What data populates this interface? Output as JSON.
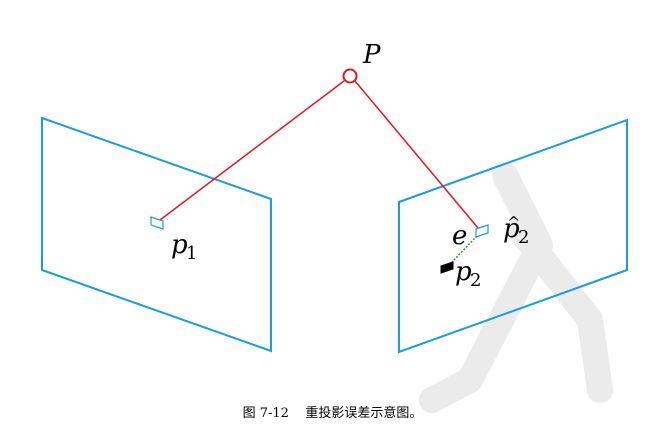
{
  "labels": {
    "P": "P",
    "p1_base": "p",
    "p1_sub": "1",
    "e": "e",
    "p2hat_base": "p",
    "p2hat_hat": "^",
    "p2hat_sub": "2",
    "p2_base": "p",
    "p2_sub": "2"
  },
  "caption": "图 7-12    重投影误差示意图。",
  "colors": {
    "image_plane": "#1a9de0",
    "ray": "#e8141c",
    "error_line": "#2aa02a",
    "watermark": "#ebebeb",
    "observed_point": "#000000"
  }
}
